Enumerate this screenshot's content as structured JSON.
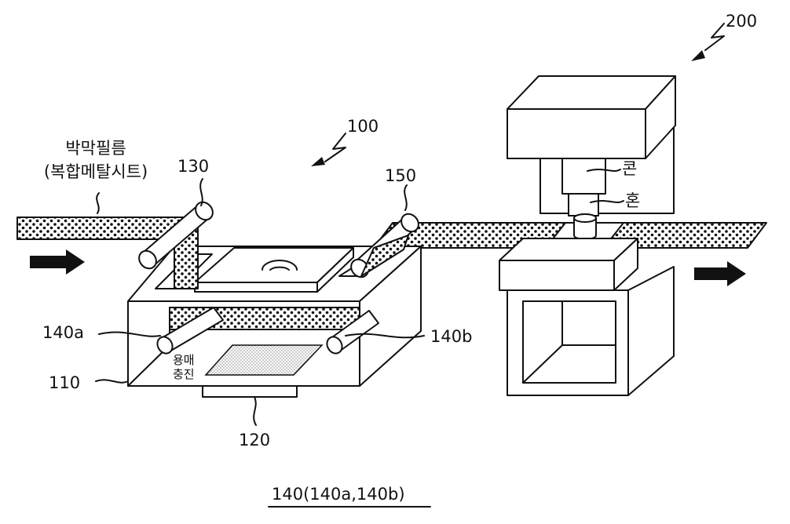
{
  "labels": {
    "film_line1": "박막필름",
    "film_line2": "(복합메탈시트)",
    "ref_200": "200",
    "ref_100": "100",
    "ref_130": "130",
    "ref_150": "150",
    "ref_140a": "140a",
    "ref_140b": "140b",
    "ref_110": "110",
    "ref_120": "120",
    "cone": "콘",
    "horn": "혼",
    "solvent_line1": "용매",
    "solvent_line2": "충진",
    "caption": "140(140a,140b)"
  },
  "colors": {
    "line": "#111111",
    "dot_fill": "#111111",
    "background": "#ffffff"
  },
  "icons": {
    "feed_arrow": "arrow-right-icon",
    "exit_arrow": "arrow-right-icon"
  }
}
